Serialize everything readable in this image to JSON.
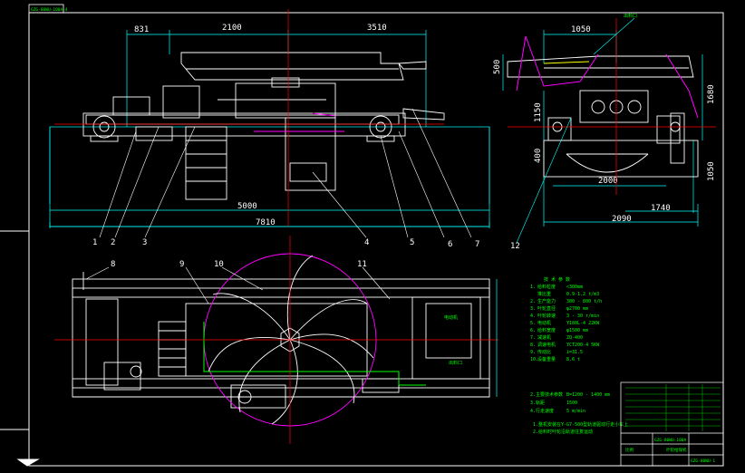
{
  "drawing": {
    "tab_label": "GZG-80WU-100A-4",
    "colors": {
      "background": "#000000",
      "outline": "#ffffff",
      "dimension": "#00ffff",
      "center_line": "#ff0000",
      "circle": "#ff00ff",
      "spec_text": "#00ff00",
      "accent_yellow": "#ffff00"
    }
  },
  "front_view": {
    "dims": {
      "d831": "831",
      "d2100": "2100",
      "d3510": "3510",
      "d5000": "5000",
      "d7810": "7810"
    },
    "callouts": [
      "1",
      "2",
      "3",
      "4",
      "5",
      "6",
      "7"
    ]
  },
  "side_view": {
    "dims": {
      "d1050": "1050",
      "d500": "500",
      "d1680": "1680",
      "d1150": "1150",
      "d400": "400",
      "d2000": "2000",
      "d1740": "1740",
      "d2090": "2090",
      "d1050b": "1050"
    },
    "callouts": [
      "12"
    ],
    "tag": "出料口"
  },
  "top_view": {
    "callouts": [
      "8",
      "9",
      "10",
      "11"
    ],
    "label_1": "电动机",
    "label_2": "出料口"
  },
  "specs": {
    "title": "技 术 参 数",
    "rows": [
      {
        "num": "1.",
        "name": "给料粒度",
        "value": "<300mm"
      },
      {
        "num": "",
        "name": "堆比重",
        "value": "0.9-1.2 t/m3"
      },
      {
        "num": "2.",
        "name": "生产能力",
        "value": "300 - 800 t/h"
      },
      {
        "num": "3.",
        "name": "叶轮直径",
        "value": "φ2700 mm"
      },
      {
        "num": "4.",
        "name": "叶轮转速",
        "value": "3 - 30 r/min"
      },
      {
        "num": "5.",
        "name": "电动机",
        "value": "Y180L-4 22KW"
      },
      {
        "num": "6.",
        "name": "给料宽度",
        "value": "φ1500 mm"
      },
      {
        "num": "7.",
        "name": "减速机",
        "value": "ZQ-400"
      },
      {
        "num": "8.",
        "name": "调速电机",
        "value": "YCT200-4 5KW"
      },
      {
        "num": "9.",
        "name": "传动比",
        "value": "i=31.5"
      },
      {
        "num": "10.",
        "name": "设备重量",
        "value": "8.6 t"
      }
    ],
    "notes_title": "2.主要技术参数",
    "notes_value": "B=1200 - 1400 mm",
    "notes": [
      {
        "name": "3.轨距",
        "value": "1500"
      },
      {
        "name": "4.行走速度",
        "value": "5 m/min"
      }
    ],
    "footnotes": [
      "1.整机安装在Y-G7-500型轨道驱动行走小车上",
      "2.给料时叶轮沿轨道往复运动"
    ]
  },
  "title_block": {
    "drawing_no": "GZG-80WU-100A",
    "name": "叶轮给煤机",
    "scale_label": "比例",
    "code": "GZG-80WU-1"
  }
}
